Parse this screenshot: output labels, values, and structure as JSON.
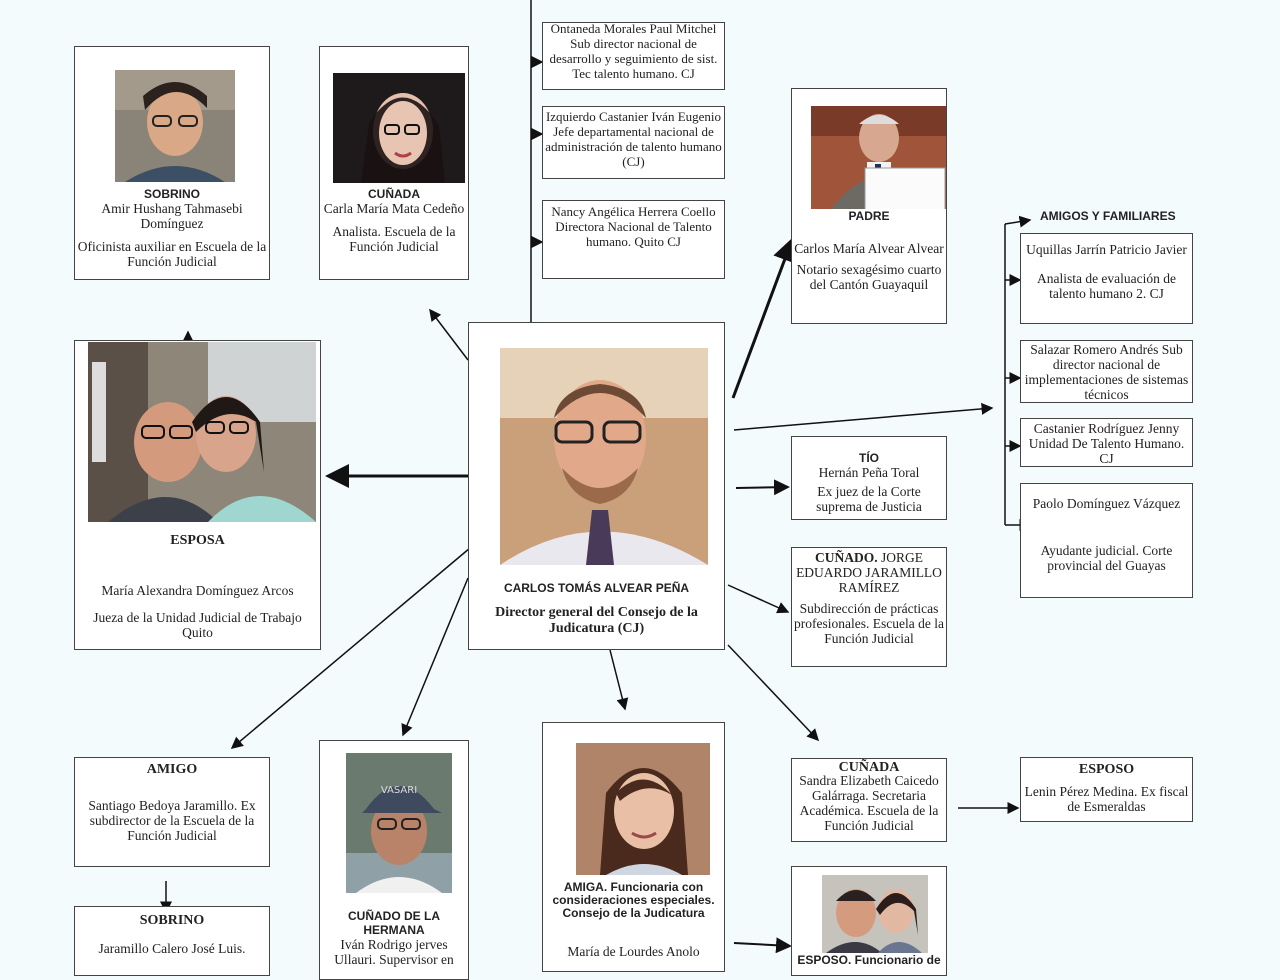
{
  "center": {
    "label": "CARLOS TOMÁS ALVEAR PEÑA",
    "role": "Director general del Consejo de la Judicatura (CJ)"
  },
  "sobrino1": {
    "label": "SOBRINO",
    "name": "Amir Hushang Tahmasebi Domínguez",
    "role": "Oficinista auxiliar en Escuela de la Función Judicial"
  },
  "cunada1": {
    "label": "CUÑADA",
    "name": "Carla María Mata Cedeño",
    "role": "Analista. Escuela de la Función Judicial"
  },
  "esposa": {
    "label": "ESPOSA",
    "name": "María Alexandra Domínguez Arcos",
    "role": "Jueza de la Unidad Judicial de Trabajo Quito"
  },
  "top_col": [
    {
      "text": "Ontaneda Morales Paul Mitchel Sub director nacional de desarrollo y seguimiento de sist. Tec talento humano. CJ"
    },
    {
      "text": "Izquierdo Castanier Iván Eugenio Jefe departamental nacional de administración de talento humano (CJ)"
    },
    {
      "text": "Nancy Angélica Herrera Coello Directora Nacional de Talento humano. Quito CJ"
    }
  ],
  "padre": {
    "label": "PADRE",
    "name": "Carlos María Alvear Alvear",
    "role": "Notario sexagésimo cuarto del Cantón Guayaquil"
  },
  "amigos": {
    "title": "AMIGOS Y FAMILIARES",
    "items": [
      {
        "name": "Uquillas Jarrín Patricio Javier",
        "role": "Analista de evaluación de talento humano 2. CJ"
      },
      {
        "name": "Salazar Romero Andrés Sub director nacional de implementaciones de sistemas técnicos",
        "role": ""
      },
      {
        "name": "Castanier Rodríguez Jenny Unidad De Talento Humano. CJ",
        "role": ""
      },
      {
        "name": "Paolo Domínguez Vázquez",
        "role": "Ayudante judicial. Corte provincial del Guayas"
      }
    ]
  },
  "tio": {
    "label": "TÍO",
    "name": "Hernán Peña Toral",
    "role": "Ex juez de la Corte suprema de Justicia"
  },
  "cunado_jorge": {
    "label": "CUÑADO.",
    "name": "JORGE EDUARDO JARAMILLO RAMÍREZ",
    "role": "Subdirección de prácticas profesionales. Escuela de la Función Judicial"
  },
  "cunada2": {
    "label": "CUÑADA",
    "name": "Sandra Elizabeth Caicedo Galárraga. Secretaria Académica. Escuela de la Función Judicial"
  },
  "esposo_lenin": {
    "label": "ESPOSO",
    "name": "Lenin Pérez Medina. Ex fiscal de Esmeraldas"
  },
  "amigo": {
    "label": "AMIGO",
    "name": "Santiago Bedoya Jaramillo. Ex subdirector de la Escuela de la Función Judicial"
  },
  "sobrino2": {
    "label": "SOBRINO",
    "name": "Jaramillo Calero José Luis."
  },
  "cunado_hermana": {
    "label": "CUÑADO DE LA HERMANA",
    "name": "Iván Rodrigo jerves Ullauri. Supervisor en"
  },
  "amiga": {
    "label": "AMIGA. Funcionaria con consideraciones especiales. Consejo de la Judicatura",
    "name": "María de Lourdes Anolo"
  },
  "esposo2": {
    "label": "ESPOSO. Funcionario de"
  },
  "cap_text": "VASARI",
  "colors": {
    "bg": "#f4fbfc",
    "border": "#444444",
    "line": "#111111"
  }
}
